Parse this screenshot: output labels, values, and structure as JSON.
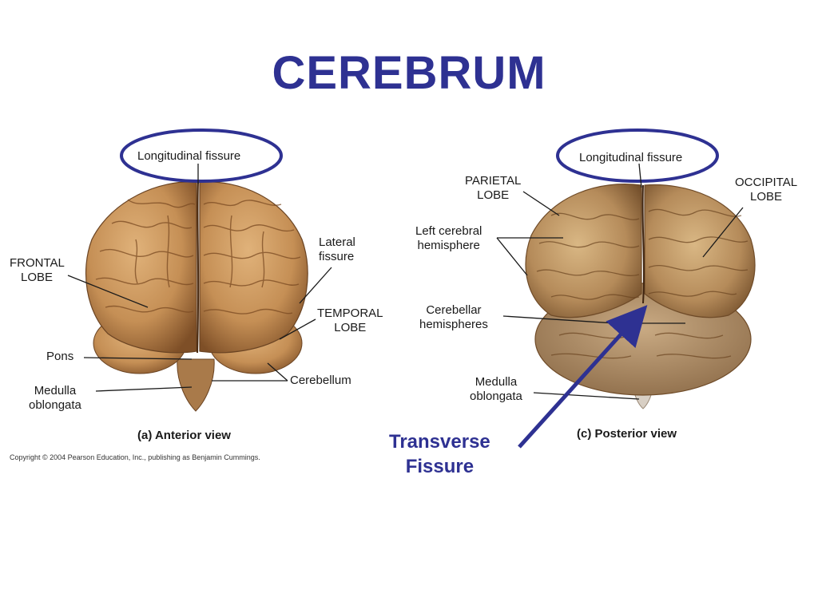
{
  "title": "CEREBRUM",
  "colors": {
    "accent": "#2e3192",
    "brain": "#c9955a",
    "brain_dark": "#8a5a2e"
  },
  "anterior": {
    "longitudinal_fissure": "Longitudinal fissure",
    "frontal_lobe_1": "FRONTAL",
    "frontal_lobe_2": "LOBE",
    "lateral_fissure_1": "Lateral",
    "lateral_fissure_2": "fissure",
    "temporal_lobe_1": "TEMPORAL",
    "temporal_lobe_2": "LOBE",
    "pons": "Pons",
    "cerebellum": "Cerebellum",
    "medulla_1": "Medulla",
    "medulla_2": "oblongata",
    "caption": "(a) Anterior view",
    "copyright": "Copyright © 2004 Pearson Education, Inc., publishing as Benjamin Cummings."
  },
  "posterior": {
    "longitudinal_fissure": "Longitudinal fissure",
    "parietal_lobe_1": "PARIETAL",
    "parietal_lobe_2": "LOBE",
    "occipital_lobe_1": "OCCIPITAL",
    "occipital_lobe_2": "LOBE",
    "left_hemisphere_1": "Left cerebral",
    "left_hemisphere_2": "hemisphere",
    "cerebellar_1": "Cerebellar",
    "cerebellar_2": "hemispheres",
    "medulla_1": "Medulla",
    "medulla_2": "oblongata",
    "caption": "(c) Posterior view"
  },
  "annotation": {
    "line1": "Transverse",
    "line2": "Fissure"
  }
}
